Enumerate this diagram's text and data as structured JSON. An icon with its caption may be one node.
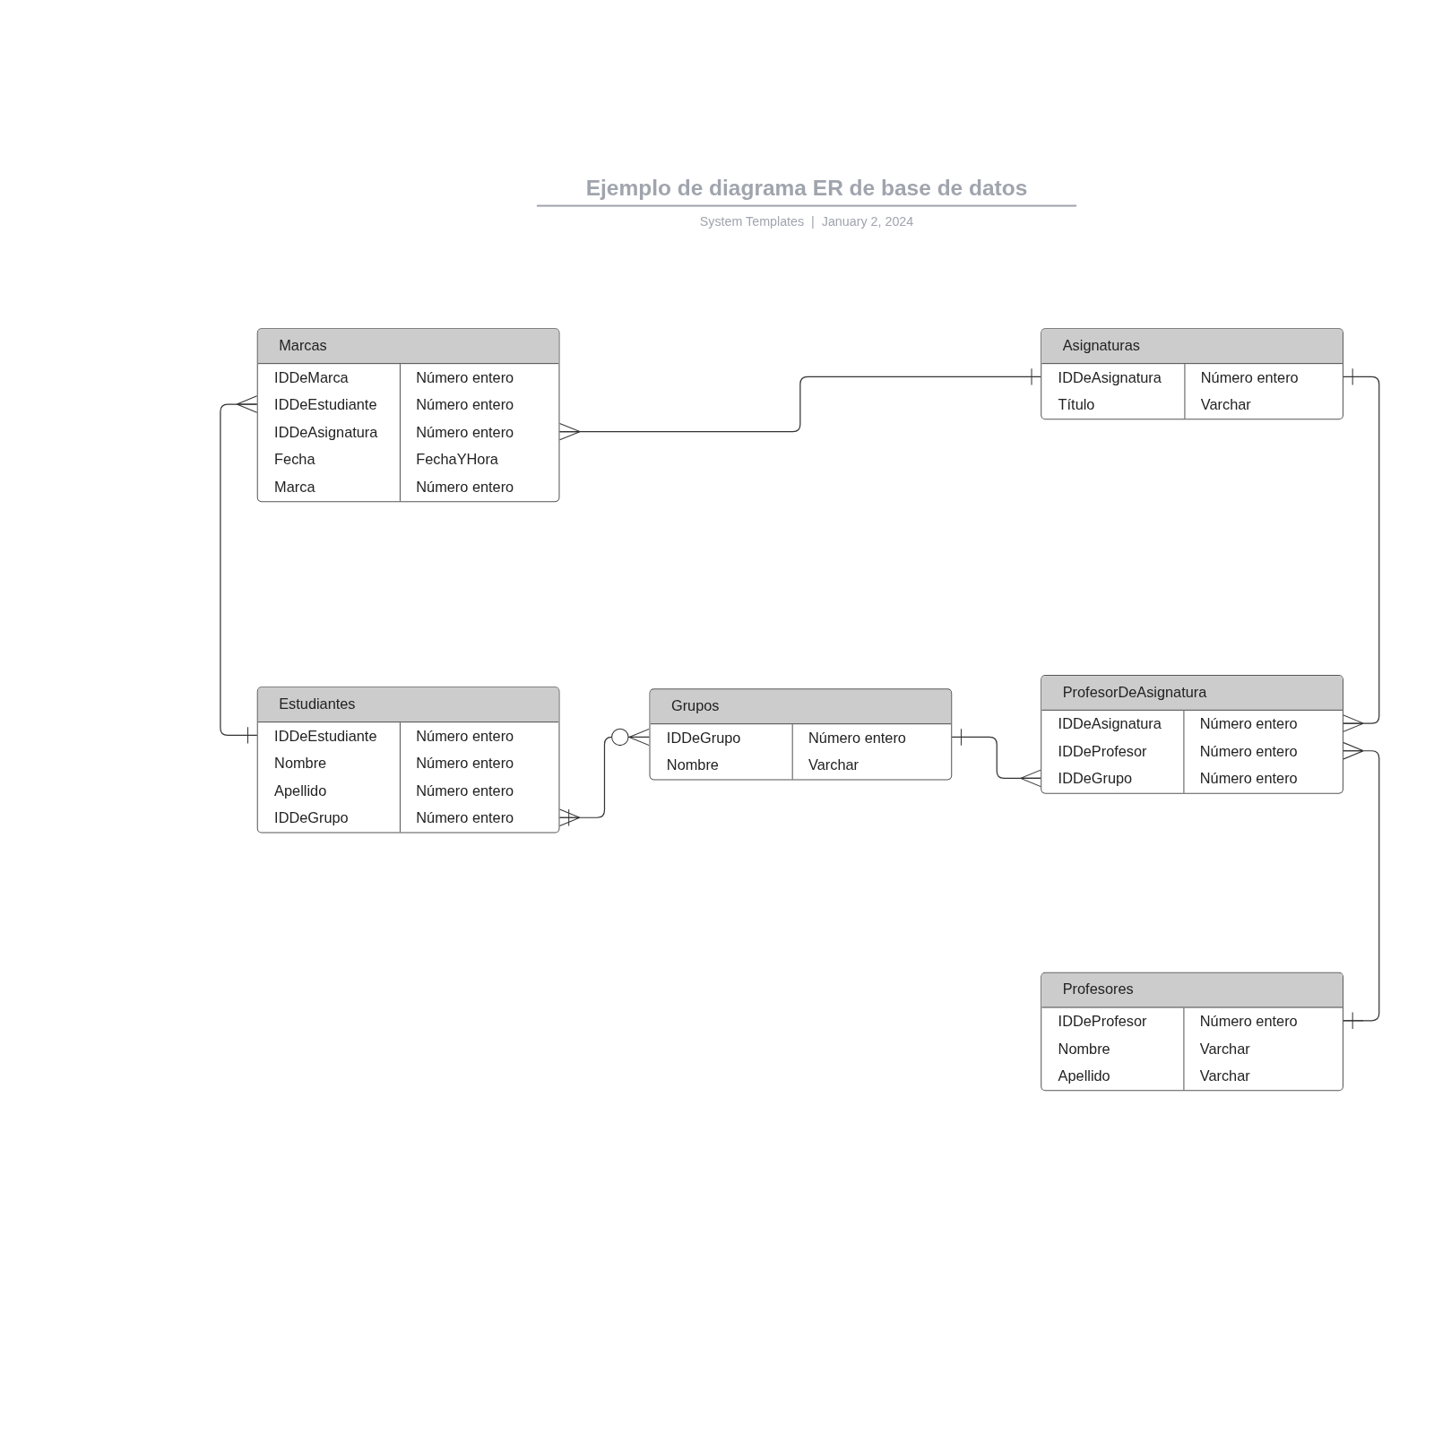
{
  "diagram": {
    "title": "Ejemplo de diagrama ER de base de datos",
    "caption": "System Templates  |  January 2, 2024",
    "nodes": [
      {
        "text": [
          "Marcas",
          "IDDeMarca",
          "Número entero",
          "IDDeEstudiante",
          "Número entero",
          "IDDeAsignatura",
          "Número entero",
          "Fecha",
          "FechaYHora",
          "Marca",
          "Número entero"
        ]
      },
      {
        "text": [
          "Asignaturas",
          "IDDeAsignatura",
          "Número entero",
          "Título",
          "Varchar"
        ]
      },
      {
        "text": [
          "Estudiantes",
          "IDDeEstudiante",
          "Número entero",
          "Nombre",
          "Número entero",
          "Apellido",
          "Número entero",
          "IDDeGrupo",
          "Número entero"
        ]
      },
      {
        "text": [
          "Grupos",
          "IDDeGrupo",
          "Número entero",
          "Nombre",
          "Varchar"
        ]
      },
      {
        "text": [
          "ProfesorDeAsignatura",
          "IDDeAsignatura",
          "Número entero",
          "IDDeProfesor",
          "Número entero",
          "IDDeGrupo",
          "Número entero"
        ]
      },
      {
        "text": [
          "Profesores",
          "IDDeProfesor",
          "Número entero",
          "Nombre",
          "Varchar",
          "Apellido",
          "Varchar"
        ]
      }
    ],
    "edges": [
      {
        "from": 0,
        "to": 2,
        "arrow": "other"
      },
      {
        "from": 0,
        "to": 1,
        "arrow": "other"
      },
      {
        "from": 1,
        "to": 4,
        "arrow": "other"
      },
      {
        "from": 2,
        "to": 3,
        "arrow": "other"
      },
      {
        "from": 3,
        "to": 4,
        "arrow": "other"
      },
      {
        "from": 4,
        "to": 5,
        "arrow": "other"
      }
    ]
  }
}
